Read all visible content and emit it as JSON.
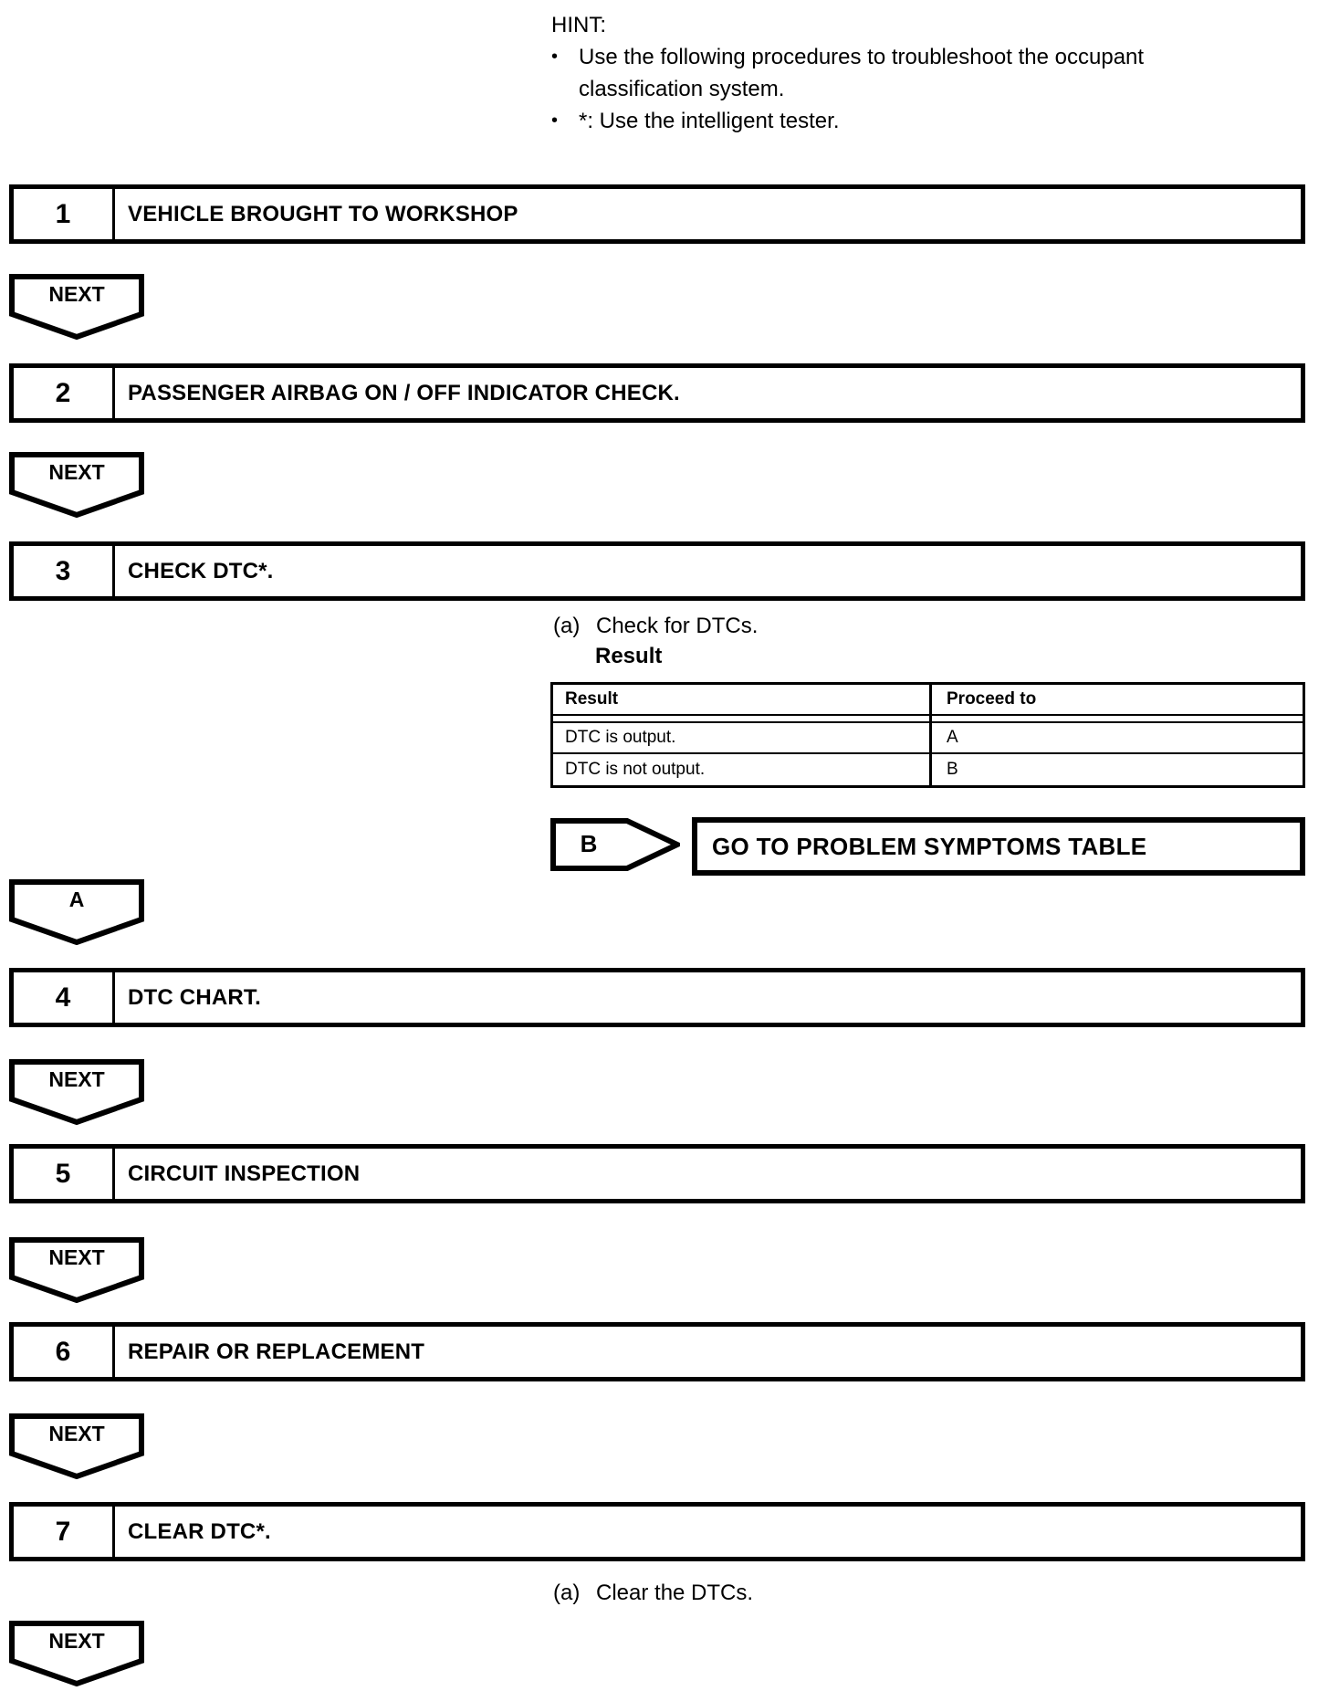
{
  "colors": {
    "ink": "#000000",
    "paper": "#ffffff"
  },
  "hint": {
    "title": "HINT:",
    "bullet_char": "•",
    "bullet1_line1": "Use the following procedures to troubleshoot the occupant",
    "bullet1_line2": "classification system.",
    "bullet2": "*: Use the intelligent tester."
  },
  "labels": {
    "next": "NEXT",
    "a": "A",
    "b": "B"
  },
  "steps": [
    {
      "number": "1",
      "title": "VEHICLE BROUGHT TO WORKSHOP"
    },
    {
      "number": "2",
      "title": "PASSENGER AIRBAG ON / OFF INDICATOR CHECK."
    },
    {
      "number": "3",
      "title": "CHECK DTC*."
    },
    {
      "number": "4",
      "title": "DTC CHART."
    },
    {
      "number": "5",
      "title": "CIRCUIT INSPECTION"
    },
    {
      "number": "6",
      "title": "REPAIR OR REPLACEMENT"
    },
    {
      "number": "7",
      "title": "CLEAR DTC*."
    }
  ],
  "step3_detail": {
    "substep_label": "(a)",
    "substep_text": "Check for DTCs.",
    "result_heading": "Result"
  },
  "result_table": {
    "headers": [
      "Result",
      "Proceed to"
    ],
    "rows": [
      {
        "result": "DTC is output.",
        "proceed_to": "A"
      },
      {
        "result": "DTC is not output.",
        "proceed_to": "B"
      }
    ]
  },
  "goto_box": {
    "label": "GO TO PROBLEM SYMPTOMS TABLE"
  },
  "step7_detail": {
    "substep_label": "(a)",
    "substep_text": "Clear the DTCs."
  }
}
